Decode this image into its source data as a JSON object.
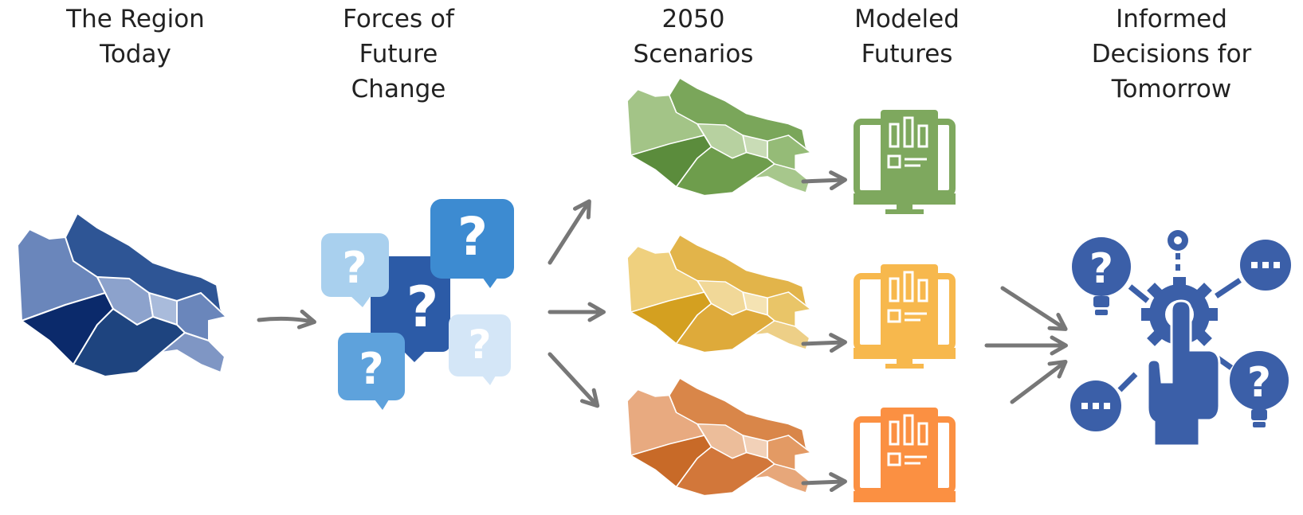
{
  "columns": [
    {
      "lines": [
        "The Region",
        "Today"
      ]
    },
    {
      "lines": [
        "Forces of",
        "Future",
        "Change"
      ]
    },
    {
      "lines": [
        "2050",
        "Scenarios"
      ]
    },
    {
      "lines": [
        "Modeled",
        "Futures"
      ]
    },
    {
      "lines": [
        "Informed",
        "Decisions for",
        "Tomorrow"
      ]
    }
  ],
  "colors": {
    "region_dark": "#0b2a6b",
    "region_mid": "#2e5595",
    "region_light": "#6a86bb",
    "scenario_green": "#7aa65a",
    "scenario_yellow": "#e2b44a",
    "scenario_orange": "#d98649",
    "monitor_green": "#7ea85e",
    "monitor_yellow": "#f7b84d",
    "monitor_orange": "#fb9042",
    "decision_blue": "#3b5fa8",
    "arrow_gray": "#777777"
  },
  "icons": {
    "region_map": "map-icon",
    "forces": "question-bubbles-icon",
    "scenario_maps": "map-icon",
    "modeled": "monitor-chart-icon",
    "decisions": "decision-hand-gear-icon"
  }
}
